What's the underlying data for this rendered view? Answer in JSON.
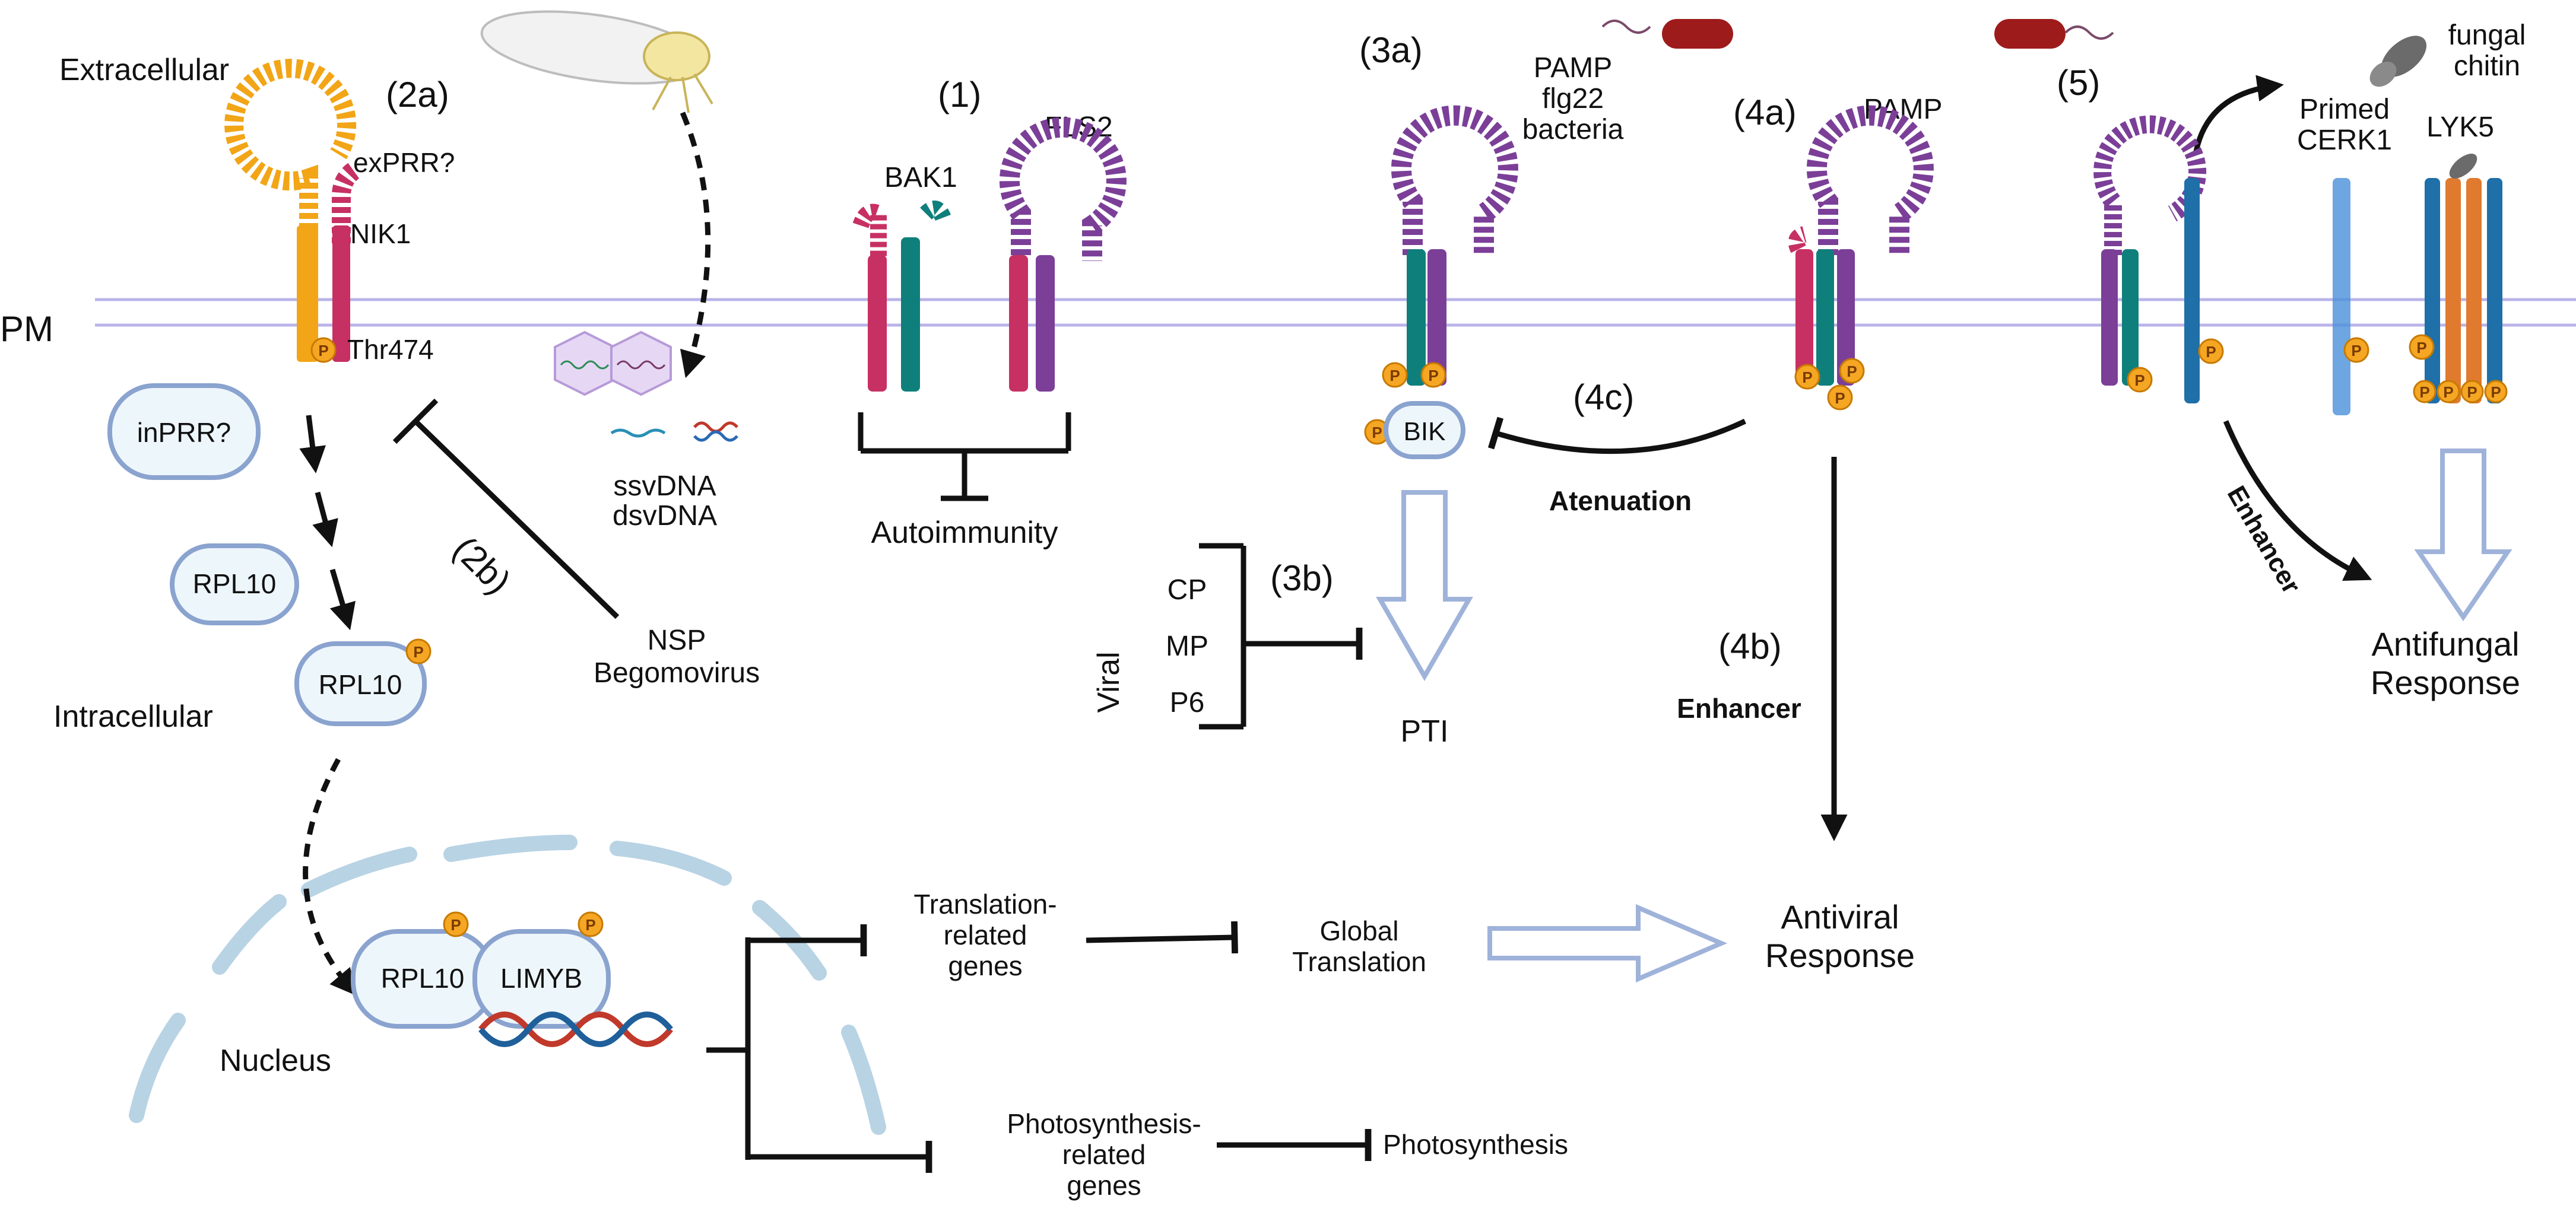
{
  "labels": {
    "extracellular": "Extracellular",
    "intracellular": "Intracellular",
    "pm": "PM",
    "nucleus": "Nucleus",
    "step_1": "(1)",
    "step_2a": "(2a)",
    "step_2b": "(2b)",
    "step_3a": "(3a)",
    "step_3b": "(3b)",
    "step_4a": "(4a)",
    "step_4b": "(4b)",
    "step_4c": "(4c)",
    "step_5": "(5)",
    "exprr": "exPRR?",
    "nik1": "NIK1",
    "thr474": "Thr474",
    "inprr": "inPRR?",
    "rpl10": "RPL10",
    "rpl10_p": "RPL10",
    "rpl10_n": "RPL10",
    "limyb": "LIMYB",
    "ssvdna": "ssvDNA",
    "dsvdna": "dsvDNA",
    "nsp": "NSP",
    "begomovirus": "Begomovirus",
    "bak1": "BAK1",
    "fls2": "FLS2",
    "autoimmunity": "Autoimmunity",
    "pamp_3a": "PAMP",
    "flg22": "flg22",
    "bacteria": "bacteria",
    "bik": "BIK",
    "viral": "Viral",
    "cp": "CP",
    "mp": "MP",
    "p6": "P6",
    "pti": "PTI",
    "pamp_4a": "PAMP",
    "atenuation": "Atenuation",
    "enhancer_4b": "Enhancer",
    "antiviral_1": "Antiviral",
    "antiviral_2": "Response",
    "translation_1": "Translation-",
    "translation_2": "related",
    "translation_3": "genes",
    "global_1": "Global",
    "global_2": "Translation",
    "photo_1": "Photosynthesis-",
    "photo_2": "related",
    "photo_3": "genes",
    "photosynthesis": "Photosynthesis",
    "fungal": "fungal",
    "chitin": "chitin",
    "primed": "Primed",
    "cerk1": "CERK1",
    "lyk5": "LYK5",
    "enhancer_5": "Enhancer",
    "antifungal_1": "Antifungal",
    "antifungal_2": "Response",
    "phospho": "P"
  },
  "colors": {
    "box_fill": "#edf6fb",
    "box_stroke": "#8aa3cf",
    "phospho": "#f5a623",
    "nik1": "#c73062",
    "exprr": "#f2a516",
    "fls2": "#7b3f98",
    "bak1": "#0f7f7b",
    "bacteria": "#9e1b1b",
    "cerk1": "#4a90d9",
    "lyk5": "#e07a2e",
    "membrane": "#b9b4e8",
    "nuclear_envelope": "#b8d3e4",
    "hollow_arrow": "#9fb3da"
  },
  "icons": [
    "whitefly-icon",
    "virion-icon",
    "bacteria-icon",
    "fungus-icon",
    "dna-helix-icon"
  ]
}
